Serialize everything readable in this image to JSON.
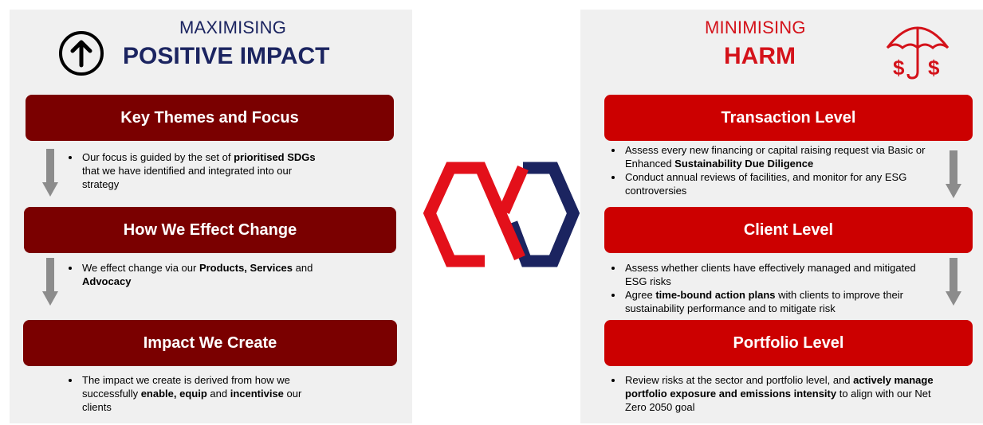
{
  "left_panel": {
    "header_small": "MAXIMISING",
    "header_big": "POSITIVE IMPACT",
    "icon": "arrow-up-circle-icon",
    "sections": [
      {
        "title": "Key Themes and Focus",
        "bullets": [
          [
            {
              "t": "Our focus is guided by the set of ",
              "b": false
            },
            {
              "t": "prioritised SDGs",
              "b": true
            },
            {
              "t": " that we have identified and integrated into our strategy",
              "b": false
            }
          ]
        ]
      },
      {
        "title": "How We Effect Change",
        "bullets": [
          [
            {
              "t": "We effect change via our ",
              "b": false
            },
            {
              "t": "Products, Services",
              "b": true
            },
            {
              "t": " and ",
              "b": false
            },
            {
              "t": "Advocacy",
              "b": true
            }
          ]
        ]
      },
      {
        "title": "Impact We Create",
        "bullets": [
          [
            {
              "t": "The impact we create is derived from how we successfully ",
              "b": false
            },
            {
              "t": "enable, equip",
              "b": true
            },
            {
              "t": " and ",
              "b": false
            },
            {
              "t": "incentivise",
              "b": true
            },
            {
              "t": " our clients",
              "b": false
            }
          ]
        ]
      }
    ]
  },
  "right_panel": {
    "header_small": "MINIMISING",
    "header_big": "HARM",
    "icon": "umbrella-dollar-icon",
    "sections": [
      {
        "title": "Transaction Level",
        "bullets": [
          [
            {
              "t": "Assess every new financing or capital raising request via Basic or Enhanced ",
              "b": false
            },
            {
              "t": "Sustainability Due Diligence",
              "b": true
            }
          ],
          [
            {
              "t": "Conduct annual reviews of facilities, and monitor for any ESG controversies",
              "b": false
            }
          ]
        ]
      },
      {
        "title": "Client Level",
        "bullets": [
          [
            {
              "t": "Assess whether clients have effectively managed and mitigated ESG risks",
              "b": false
            }
          ],
          [
            {
              "t": "Agree ",
              "b": false
            },
            {
              "t": "time-bound action plans",
              "b": true
            },
            {
              "t": " with clients to improve their sustainability performance and to mitigate risk",
              "b": false
            }
          ]
        ]
      },
      {
        "title": "Portfolio Level",
        "bullets": [
          [
            {
              "t": "Review risks at the sector and portfolio level, and ",
              "b": false
            },
            {
              "t": "actively manage portfolio exposure and emissions intensity",
              "b": true
            },
            {
              "t": " to align with our Net Zero 2050 goal",
              "b": false
            }
          ]
        ]
      }
    ]
  },
  "center_logo": "linked-hexagons-logo",
  "colors": {
    "navy": "#1b2460",
    "red": "#d4121a",
    "dark_red": "#7a0000",
    "bright_red": "#cc0000",
    "arrow_grey": "#8c8c8c",
    "panel_bg": "#f0f0f0"
  }
}
